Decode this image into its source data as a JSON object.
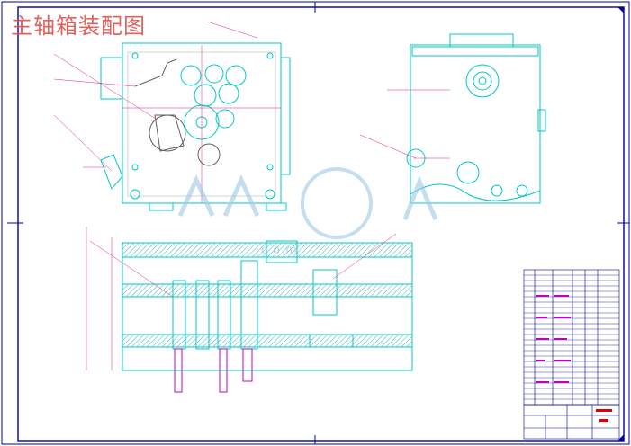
{
  "drawing": {
    "title": "主轴箱装配图",
    "watermark": "人人文库",
    "watermark_url": "com"
  },
  "colors": {
    "frame": "#0000a0",
    "outline": "#00c8c8",
    "leader": "#e0208c",
    "title": "#e0504a",
    "watermark": "#9fc9e6",
    "hatch": "#00a0a0"
  }
}
